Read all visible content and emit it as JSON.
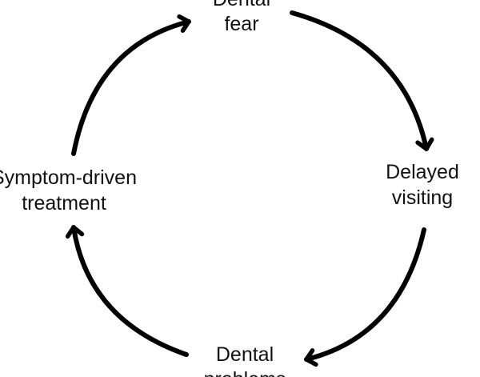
{
  "diagram": {
    "type": "cycle",
    "line_color": "#000000",
    "text_color": "#111111",
    "nodes": {
      "top": {
        "line1": "Dental",
        "line2": "fear"
      },
      "right": {
        "line1": "Delayed",
        "line2": "visiting"
      },
      "bottom": {
        "line1": "Dental",
        "line2": "problems"
      },
      "left": {
        "line1": "Symptom-driven",
        "line2": "treatment"
      }
    }
  }
}
